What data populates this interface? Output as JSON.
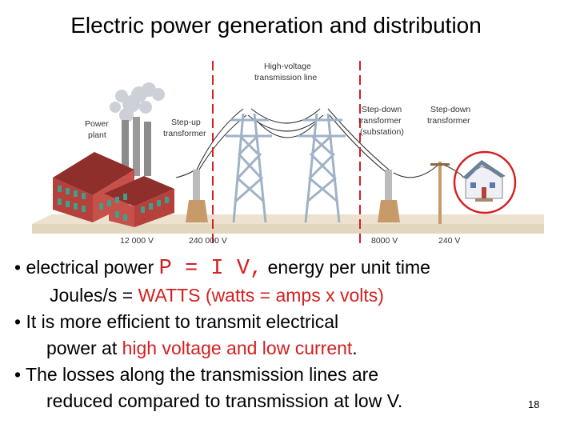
{
  "slide": {
    "title": "Electric power generation and distribution",
    "page_number": "18"
  },
  "diagram": {
    "labels": {
      "power_plant_1": "Power",
      "power_plant_2": "plant",
      "step_up_1": "Step-up",
      "step_up_2": "transformer",
      "hv_line_1": "High-voltage",
      "hv_line_2": "transmission line",
      "sd_substation_1": "Step-down",
      "sd_substation_2": "transformer",
      "sd_substation_3": "(substation)",
      "sd_transformer_1": "Step-down",
      "sd_transformer_2": "transformer"
    },
    "voltages": [
      "12 000 V",
      "240 000 V",
      "8000 V",
      "240 V"
    ],
    "colors": {
      "ground": "#e3d6bf",
      "brick": "#b5403c",
      "tower": "#9fb2c6",
      "highlight_circle": "#d42020",
      "divider": "#d42020"
    }
  },
  "bullets": {
    "b1_prefix": "• electrical power ",
    "b1_formula": "P = I V,",
    "b1_suffix": " energy per unit time",
    "b1_line2_a": "Joules/s  =  ",
    "b1_line2_b": "WATTS (watts = amps x volts)",
    "b2_line1": "• It is more efficient to transmit electrical",
    "b2_line2_a": "power at ",
    "b2_line2_b": "high voltage and low current",
    "b2_line2_c": ".",
    "b3_line1": "• The losses along the transmission lines are",
    "b3_line2": "reduced compared to transmission at low V."
  }
}
